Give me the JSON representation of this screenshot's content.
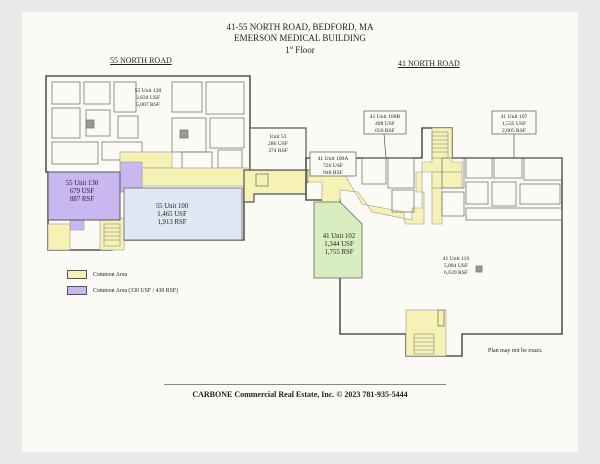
{
  "header": {
    "line1": "41-55 NORTH ROAD, BEDFORD, MA",
    "line2": "EMERSON MEDICAL BUILDING",
    "floor_num": "1",
    "floor_sup": "st",
    "floor_word": "Floor"
  },
  "roads": {
    "left": "55 NORTH ROAD",
    "right": "41 NORTH ROAD"
  },
  "units": {
    "u120": [
      "55 Unit 120",
      "3,834 USF",
      "5,007 RSF"
    ],
    "u53": [
      "Unit 53",
      "286 USF",
      "374 RSF"
    ],
    "u100b": [
      "41 Unit 100B",
      "498 USF",
      "650 RSF"
    ],
    "u107": [
      "41 Unit 107",
      "1,535 USF",
      "2,005 RSF"
    ],
    "u100a": [
      "41 Unit 100A",
      "726 USF",
      "948 RSF"
    ],
    "u130": [
      "55 Unit 130",
      "679 USF",
      "887 RSF"
    ],
    "u100": [
      "55 Unit 100",
      "1,465 USF",
      "1,913 RSF"
    ],
    "u102": [
      "41 Unit 102",
      "1,344 USF",
      "1,755 RSF"
    ],
    "u110": [
      "41 Unit 110",
      "5,084 USF",
      "6,639 RSF"
    ]
  },
  "legend": [
    {
      "label": "Common Area",
      "color": "#f6f2b6"
    },
    {
      "label": "Common Area (330 USF / 430 RSF)",
      "color": "#c9b8ef"
    }
  ],
  "note": "Plan may not be exact.",
  "footer": "CARBONE Commercial Real Estate, Inc.   © 2023   781-935-5444",
  "colors": {
    "common": "#f6f2b6",
    "common_special": "#c9b8ef",
    "unit100": "#dfe7f3",
    "unit102": "#d9eec0",
    "wall": "#555555"
  }
}
